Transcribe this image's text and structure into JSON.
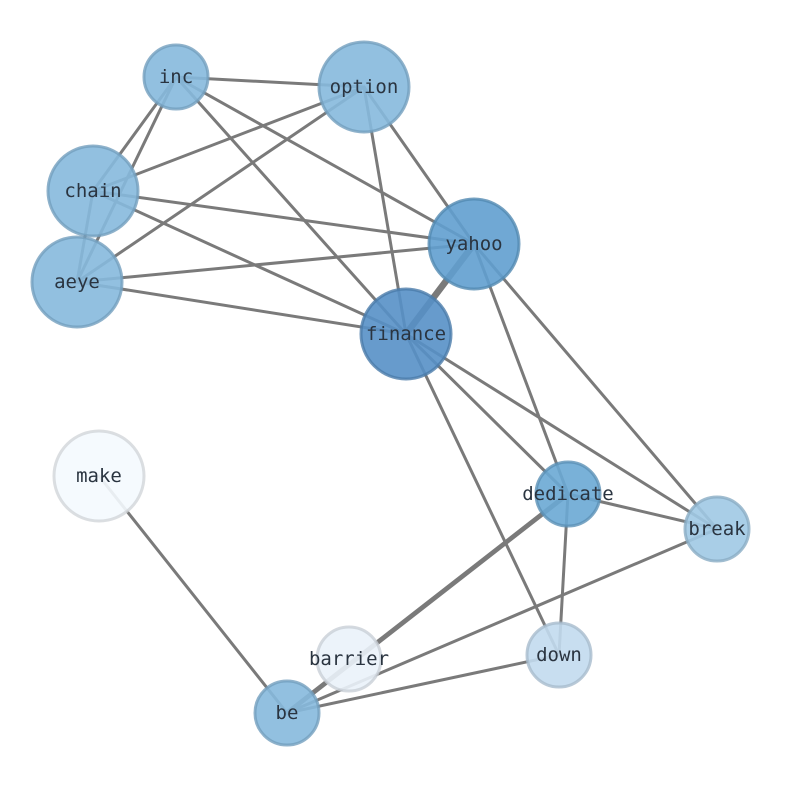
{
  "nodes": [
    {
      "id": "inc",
      "label": "inc",
      "color": "#86b9dd"
    },
    {
      "id": "option",
      "label": "option",
      "color": "#86b9dd"
    },
    {
      "id": "chain",
      "label": "chain",
      "color": "#86b9dd"
    },
    {
      "id": "yahoo",
      "label": "yahoo",
      "color": "#609fcf"
    },
    {
      "id": "aeye",
      "label": "aeye",
      "color": "#86b9dd"
    },
    {
      "id": "finance",
      "label": "finance",
      "color": "#5790c6"
    },
    {
      "id": "make",
      "label": "make",
      "color": "#f4f9fe"
    },
    {
      "id": "dedicate",
      "label": "dedicate",
      "color": "#6aa9d4"
    },
    {
      "id": "break",
      "label": "break",
      "color": "#a0c9e4"
    },
    {
      "id": "barrier",
      "label": "barrier",
      "color": "#eaf2fa"
    },
    {
      "id": "down",
      "label": "down",
      "color": "#c2daee"
    },
    {
      "id": "be",
      "label": "be",
      "color": "#86b9dd"
    }
  ],
  "edges": [
    {
      "source": "inc",
      "target": "option",
      "weight": 1
    },
    {
      "source": "inc",
      "target": "chain",
      "weight": 1
    },
    {
      "source": "inc",
      "target": "aeye",
      "weight": 1
    },
    {
      "source": "inc",
      "target": "yahoo",
      "weight": 1
    },
    {
      "source": "inc",
      "target": "finance",
      "weight": 1
    },
    {
      "source": "option",
      "target": "chain",
      "weight": 1
    },
    {
      "source": "option",
      "target": "aeye",
      "weight": 1
    },
    {
      "source": "option",
      "target": "yahoo",
      "weight": 1
    },
    {
      "source": "option",
      "target": "finance",
      "weight": 1
    },
    {
      "source": "chain",
      "target": "aeye",
      "weight": 1
    },
    {
      "source": "chain",
      "target": "yahoo",
      "weight": 1
    },
    {
      "source": "chain",
      "target": "finance",
      "weight": 1
    },
    {
      "source": "aeye",
      "target": "yahoo",
      "weight": 1
    },
    {
      "source": "aeye",
      "target": "finance",
      "weight": 1
    },
    {
      "source": "yahoo",
      "target": "finance",
      "weight": 3
    },
    {
      "source": "yahoo",
      "target": "dedicate",
      "weight": 1
    },
    {
      "source": "yahoo",
      "target": "break",
      "weight": 1
    },
    {
      "source": "finance",
      "target": "dedicate",
      "weight": 1
    },
    {
      "source": "finance",
      "target": "break",
      "weight": 1
    },
    {
      "source": "finance",
      "target": "down",
      "weight": 1
    },
    {
      "source": "dedicate",
      "target": "break",
      "weight": 1
    },
    {
      "source": "dedicate",
      "target": "down",
      "weight": 1
    },
    {
      "source": "dedicate",
      "target": "be",
      "weight": 2
    },
    {
      "source": "break",
      "target": "be",
      "weight": 1
    },
    {
      "source": "down",
      "target": "be",
      "weight": 1
    },
    {
      "source": "make",
      "target": "be",
      "weight": 1
    }
  ]
}
